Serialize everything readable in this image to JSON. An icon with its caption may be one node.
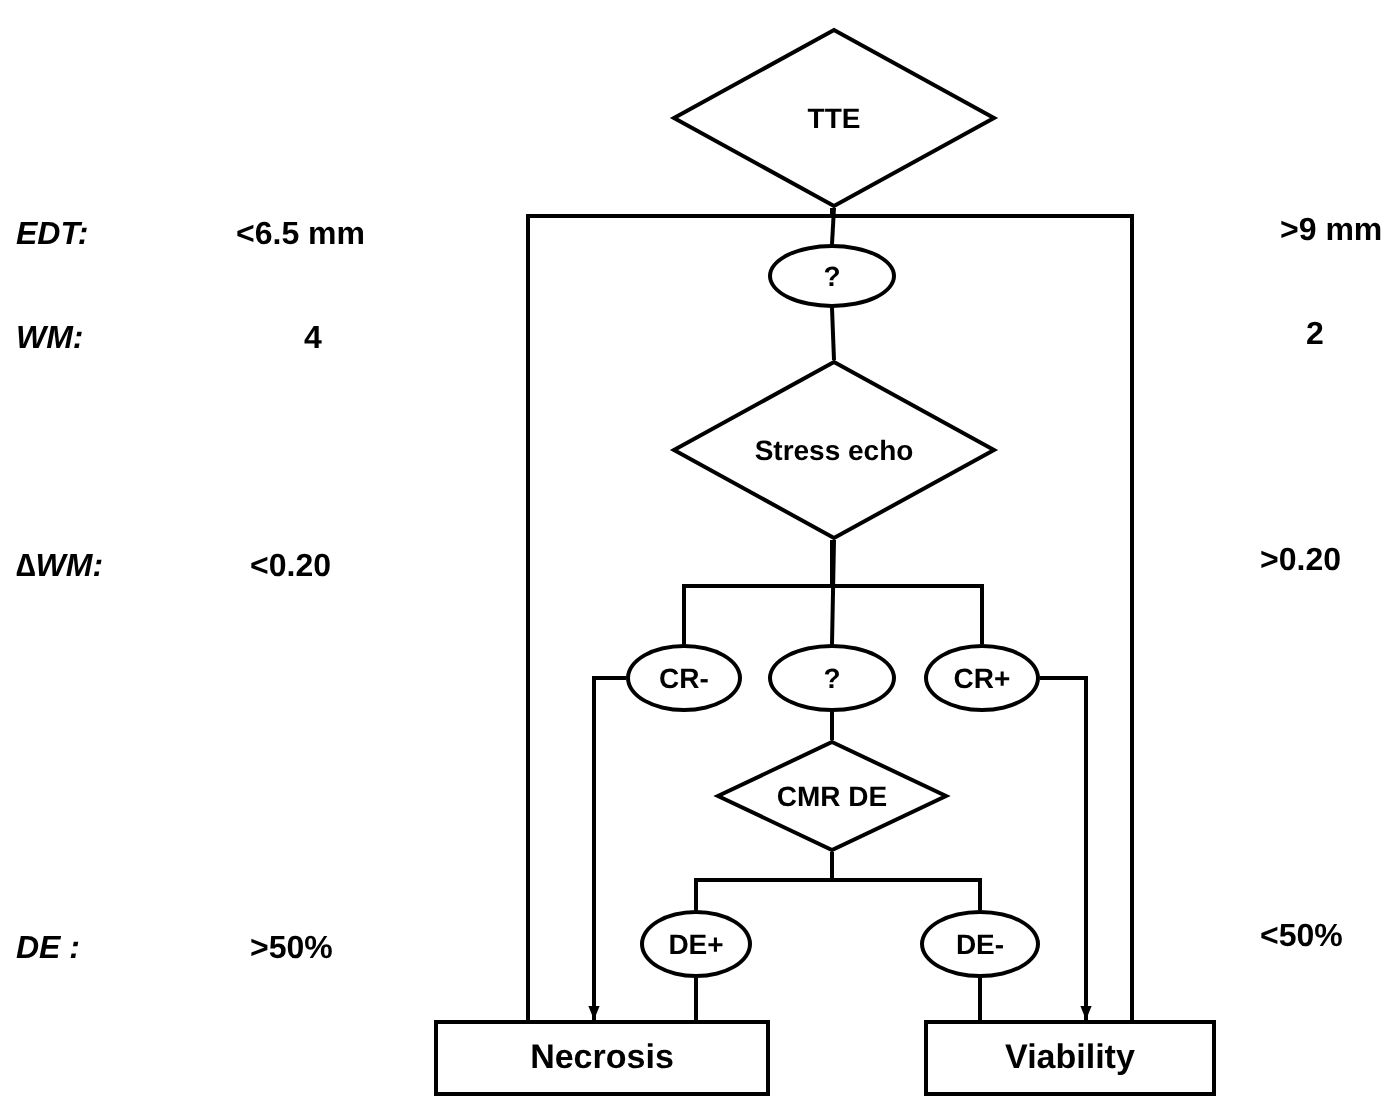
{
  "diagram": {
    "nodes": [
      {
        "text": [
          "TTE"
        ]
      },
      {
        "text": [
          "?"
        ]
      },
      {
        "text": [
          "Stress echo"
        ]
      },
      {
        "text": [
          "CR-"
        ]
      },
      {
        "text": [
          "?"
        ]
      },
      {
        "text": [
          "CR+"
        ]
      },
      {
        "text": [
          "CMR DE"
        ]
      },
      {
        "text": [
          "DE+"
        ]
      },
      {
        "text": [
          "DE-"
        ]
      },
      {
        "text": [
          "Necrosis"
        ]
      },
      {
        "text": [
          "Viability"
        ]
      }
    ],
    "edges": [
      {
        "from": 0,
        "to": 1,
        "arrow": "none"
      },
      {
        "from": 0,
        "to": 9,
        "arrow": "none"
      },
      {
        "from": 0,
        "to": 10,
        "arrow": "none"
      },
      {
        "from": 1,
        "to": 2,
        "arrow": "none"
      },
      {
        "from": 2,
        "to": 3,
        "arrow": "none"
      },
      {
        "from": 2,
        "to": 4,
        "arrow": "none"
      },
      {
        "from": 2,
        "to": 5,
        "arrow": "none"
      },
      {
        "from": 3,
        "to": 9,
        "arrow": "to"
      },
      {
        "from": 5,
        "to": 10,
        "arrow": "to"
      },
      {
        "from": 4,
        "to": 6,
        "arrow": "none"
      },
      {
        "from": 6,
        "to": 7,
        "arrow": "none"
      },
      {
        "from": 6,
        "to": 8,
        "arrow": "none"
      },
      {
        "from": 7,
        "to": 9,
        "arrow": "none"
      },
      {
        "from": 8,
        "to": 10,
        "arrow": "none"
      }
    ],
    "labels": [
      "EDT:",
      "<6.5 mm",
      ">9 mm",
      "WM:",
      "4",
      "2",
      "∆WM:",
      "<0.20",
      ">0.20",
      "DE :",
      ">50%",
      "<50%"
    ]
  }
}
